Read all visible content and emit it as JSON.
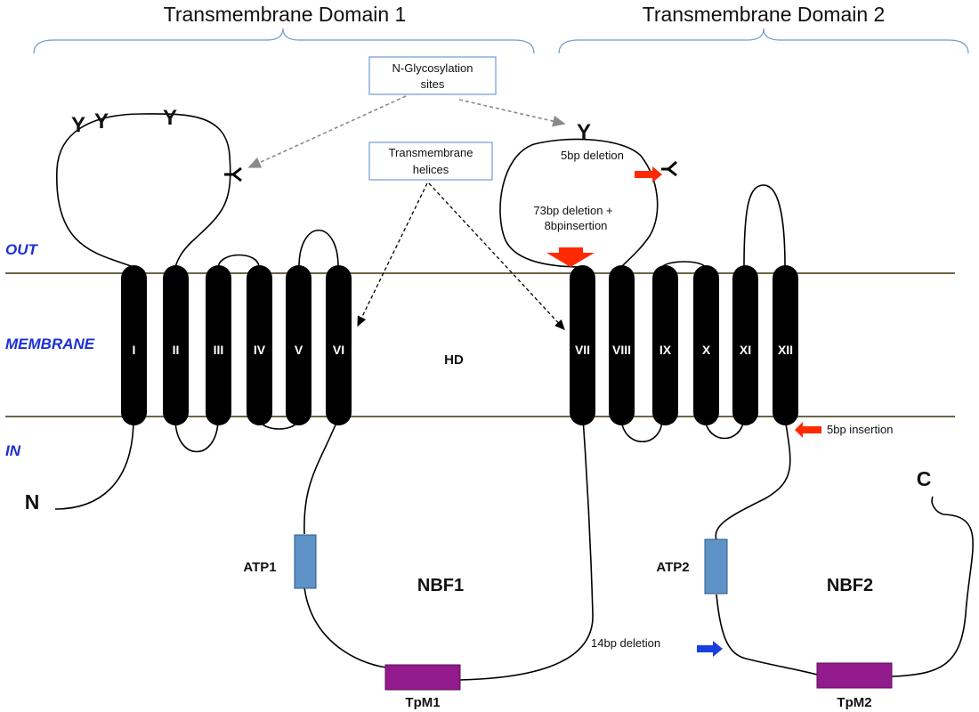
{
  "domains": {
    "tmd1": "Transmembrane Domain 1",
    "tmd2": "Transmembrane Domain 2"
  },
  "regions": {
    "out": "OUT",
    "membrane": "MEMBRANE",
    "in": "IN"
  },
  "callouts": {
    "glycosylation": [
      "N-Glycosylation",
      "sites"
    ],
    "helices": [
      "Transmembrane",
      "helices"
    ]
  },
  "helices": [
    "I",
    "II",
    "III",
    "IV",
    "V",
    "VI",
    "VII",
    "VIII",
    "IX",
    "X",
    "XI",
    "XII"
  ],
  "labels": {
    "hd": "HD",
    "n_terminus": "N",
    "c_terminus": "C",
    "nbf1": "NBF1",
    "nbf2": "NBF2",
    "atp1": "ATP1",
    "atp2": "ATP2",
    "tpm1": "TpM1",
    "tpm2": "TpM2"
  },
  "mutations": {
    "del5": "5bp deletion",
    "del73": [
      "73bp deletion +",
      "8bpinsertion"
    ],
    "ins5": "5bp insertion",
    "del14": "14bp deletion"
  },
  "colors": {
    "membrane_line": "#6b6548",
    "helix": "#000000",
    "bracket": "#6f9bd0",
    "atp_box": "#5f93c8",
    "tpm_box": "#931a8c",
    "red_arrow": "#ff2a00",
    "blue_arrow": "#1a3fe0",
    "region_text": "#1a2fd6"
  },
  "glycosylation_marks": [
    "Y",
    "Y",
    "Y",
    "Y"
  ]
}
